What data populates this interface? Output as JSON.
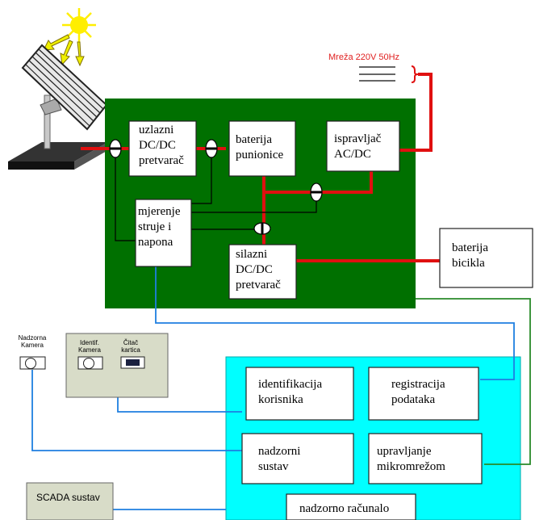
{
  "colors": {
    "green_board": "#007000",
    "cyan_board": "#00ffff",
    "power_line": "#e01010",
    "signal_line": "#1e7fe0",
    "control_line": "#2a8a2a",
    "scada_fill": "#d8dcc8",
    "sun": "#ffee00"
  },
  "grid": {
    "label": "Mreža 220V 50Hz"
  },
  "blocks": {
    "boost": "uzlazni\nDC/DC\npretvarač",
    "station_battery": "baterija\npunionice",
    "rectifier": "ispravljač\nAC/DC",
    "measurement": "mjerenje\nstruje i\nnapona",
    "buck": "silazni\nDC/DC\npretvarač",
    "bike_battery": "baterija\nbicikla",
    "user_id": "identifikacija\nkorisnika",
    "data_logging": "registracija\npodataka",
    "supervision": "nadzorni\nsustav",
    "microgrid_control": "upravljanje\nmikromrežom",
    "computer": "nadzorno računalo"
  },
  "devices": {
    "surveillance_camera": "Nadzorna\nKamera",
    "id_camera": "Identif.\nKamera",
    "card_reader": "Čitač\nkartica",
    "scada": "SCADA sustav"
  },
  "icons": [
    "sun-icon",
    "solar-panel-icon",
    "camera-icon",
    "card-reader-icon",
    "grid-lines-icon"
  ]
}
